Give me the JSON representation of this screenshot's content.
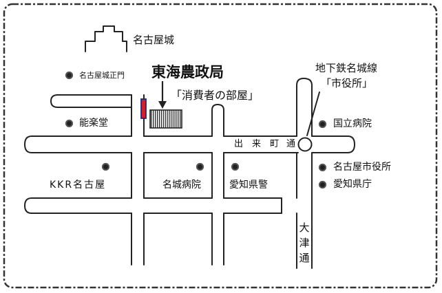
{
  "map": {
    "title": "東海農政局",
    "subtitle": "「消費者の部屋」",
    "landmarks": {
      "castle": "名古屋城",
      "castle_gate": "名古屋城正門",
      "noh_theater": "能楽堂",
      "kkr": "KKR名古屋",
      "meijo_hospital": "名城病院",
      "police": "愛知県警",
      "national_hospital": "国立病院",
      "city_hall": "名古屋市役所",
      "pref_office": "愛知県庁"
    },
    "station": {
      "line": "地下鉄名城線",
      "name": "「市役所」"
    },
    "streets": {
      "demachi": [
        "出",
        "来",
        "町",
        "通"
      ],
      "otsu": [
        "大",
        "津",
        "通"
      ]
    },
    "colors": {
      "road_outline": "#222222",
      "marker": "#d0202a",
      "marker_outline": "#1a2a8a",
      "building_hatch": "#333333"
    }
  }
}
